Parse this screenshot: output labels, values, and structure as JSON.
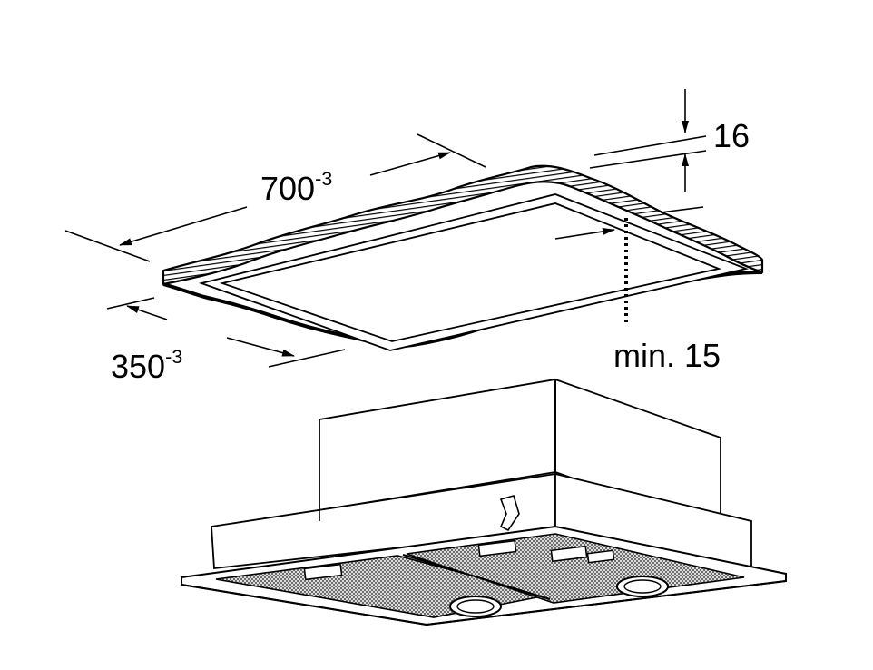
{
  "diagram": {
    "colors": {
      "line": "#000000",
      "background": "#ffffff",
      "mesh": "#666666",
      "box_fill": "#ffffff"
    },
    "dimensions": {
      "width": {
        "value": "700",
        "tolerance": "-3"
      },
      "depth": {
        "value": "350",
        "tolerance": "-3"
      },
      "thickness": {
        "value": "16"
      },
      "min_distance": {
        "value": "min. 15"
      }
    }
  }
}
